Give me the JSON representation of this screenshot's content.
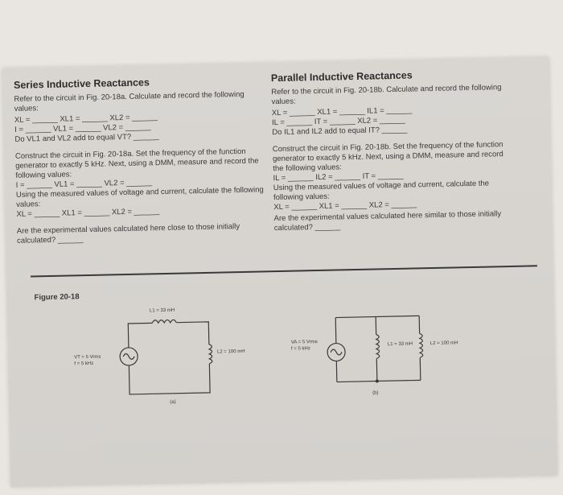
{
  "series": {
    "title": "Series Inductive Reactances",
    "intro": "Refer to the circuit in Fig. 20-18a. Calculate and record the following values:",
    "row1": "XL = ______ XL1 = ______ XL2 = ______",
    "row2": "I = ______ VL1 = ______ VL2 = ______",
    "question1": "Do VL1 and VL2 add to equal VT? ______",
    "construct": "Construct the circuit in Fig. 20-18a. Set the frequency of the function generator to exactly 5 kHz. Next, using a DMM, measure and record the following values:",
    "row3": "I = ______ VL1 = ______ VL2 = ______",
    "measured": "Using the measured values of voltage and current, calculate the following values:",
    "row4": "XL = ______ XL1 = ______ XL2 = ______",
    "question2": "Are the experimental values calculated here close to those initially calculated? ______"
  },
  "parallel": {
    "title": "Parallel Inductive Reactances",
    "intro": "Refer to the circuit in Fig. 20-18b. Calculate and record the following values:",
    "row1": "XL = ______ XL1 = ______ IL1 = ______",
    "row2": "IL = ______ IT = ______ XL2 = ______",
    "question1": "Do IL1 and IL2 add to equal IT? ______",
    "construct": "Construct the circuit in Fig. 20-18b. Set the frequency of the function generator to exactly 5 kHz. Next, using a DMM, measure and record the following values:",
    "row3": "IL = ______ IL2 = ______ IT = ______",
    "measured": "Using the measured values of voltage and current, calculate the following values:",
    "row4": "XL = ______ XL1 = ______ XL2 = ______",
    "question2": "Are the experimental values calculated here similar to those initially calculated? ______"
  },
  "figure": {
    "title": "Figure 20-18",
    "a": {
      "l1": "L1 = 33 mH",
      "l2": "L2 = 100 mH",
      "source_v": "VT = 5 Vrms",
      "source_f": "f = 5 kHz",
      "caption": "(a)"
    },
    "b": {
      "source_v": "VA = 5 Vrms",
      "source_f": "f = 5 kHz",
      "l1": "L1 = 33 mH",
      "l2": "L2 = 100 mH",
      "caption": "(b)"
    }
  }
}
